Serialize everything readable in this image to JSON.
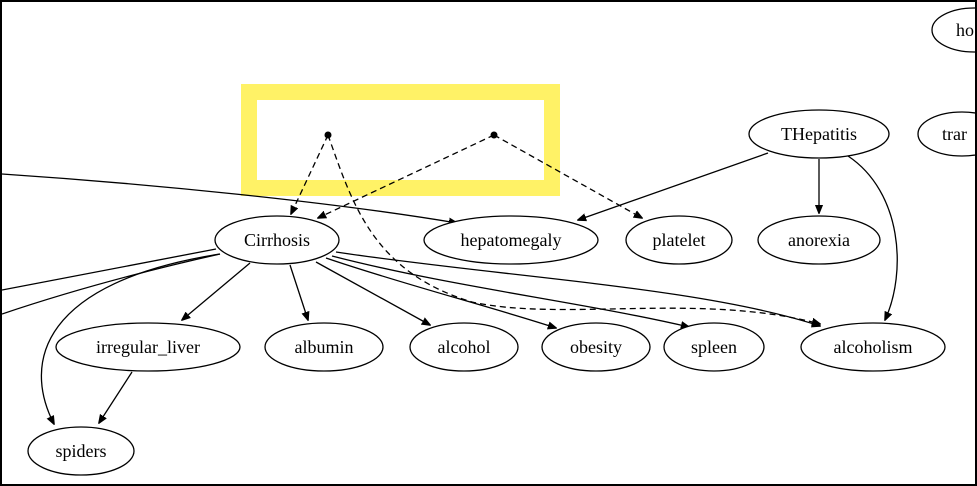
{
  "diagram": {
    "colors": {
      "highlight": "#ffee33",
      "stroke": "#000000"
    },
    "nodes": [
      {
        "id": "ho",
        "label": "ho"
      },
      {
        "id": "tra",
        "label": "trar"
      },
      {
        "id": "thepatitis",
        "label": "THepatitis"
      },
      {
        "id": "cirrhosis",
        "label": "Cirrhosis"
      },
      {
        "id": "hepatomegaly",
        "label": "hepatomegaly"
      },
      {
        "id": "platelet",
        "label": "platelet"
      },
      {
        "id": "anorexia",
        "label": "anorexia"
      },
      {
        "id": "irregular_liver",
        "label": "irregular_liver"
      },
      {
        "id": "albumin",
        "label": "albumin"
      },
      {
        "id": "alcohol",
        "label": "alcohol"
      },
      {
        "id": "obesity",
        "label": "obesity"
      },
      {
        "id": "spleen",
        "label": "spleen"
      },
      {
        "id": "alcoholism",
        "label": "alcoholism"
      },
      {
        "id": "spiders",
        "label": "spiders"
      }
    ],
    "edges": [
      {
        "from": "thepatitis",
        "to": "hepatomegaly",
        "style": "solid"
      },
      {
        "from": "thepatitis",
        "to": "anorexia",
        "style": "solid"
      },
      {
        "from": "thepatitis",
        "to": "alcoholism",
        "style": "solid"
      },
      {
        "from": "offscreen-left",
        "to": "hepatomegaly",
        "style": "solid"
      },
      {
        "from": "cirrhosis",
        "to": "irregular_liver",
        "style": "solid"
      },
      {
        "from": "cirrhosis",
        "to": "albumin",
        "style": "solid"
      },
      {
        "from": "cirrhosis",
        "to": "alcohol",
        "style": "solid"
      },
      {
        "from": "cirrhosis",
        "to": "obesity",
        "style": "solid"
      },
      {
        "from": "cirrhosis",
        "to": "spleen",
        "style": "solid"
      },
      {
        "from": "cirrhosis",
        "to": "alcoholism",
        "style": "solid"
      },
      {
        "from": "cirrhosis",
        "to": "spiders",
        "style": "solid"
      },
      {
        "from": "irregular_liver",
        "to": "spiders",
        "style": "solid"
      },
      {
        "from": "hidden-point-a",
        "to": "cirrhosis",
        "style": "dashed"
      },
      {
        "from": "hidden-point-a",
        "to": "alcoholism",
        "style": "dashed"
      },
      {
        "from": "hidden-point-b",
        "to": "cirrhosis",
        "style": "dashed"
      },
      {
        "from": "hidden-point-b",
        "to": "platelet",
        "style": "dashed"
      }
    ]
  }
}
